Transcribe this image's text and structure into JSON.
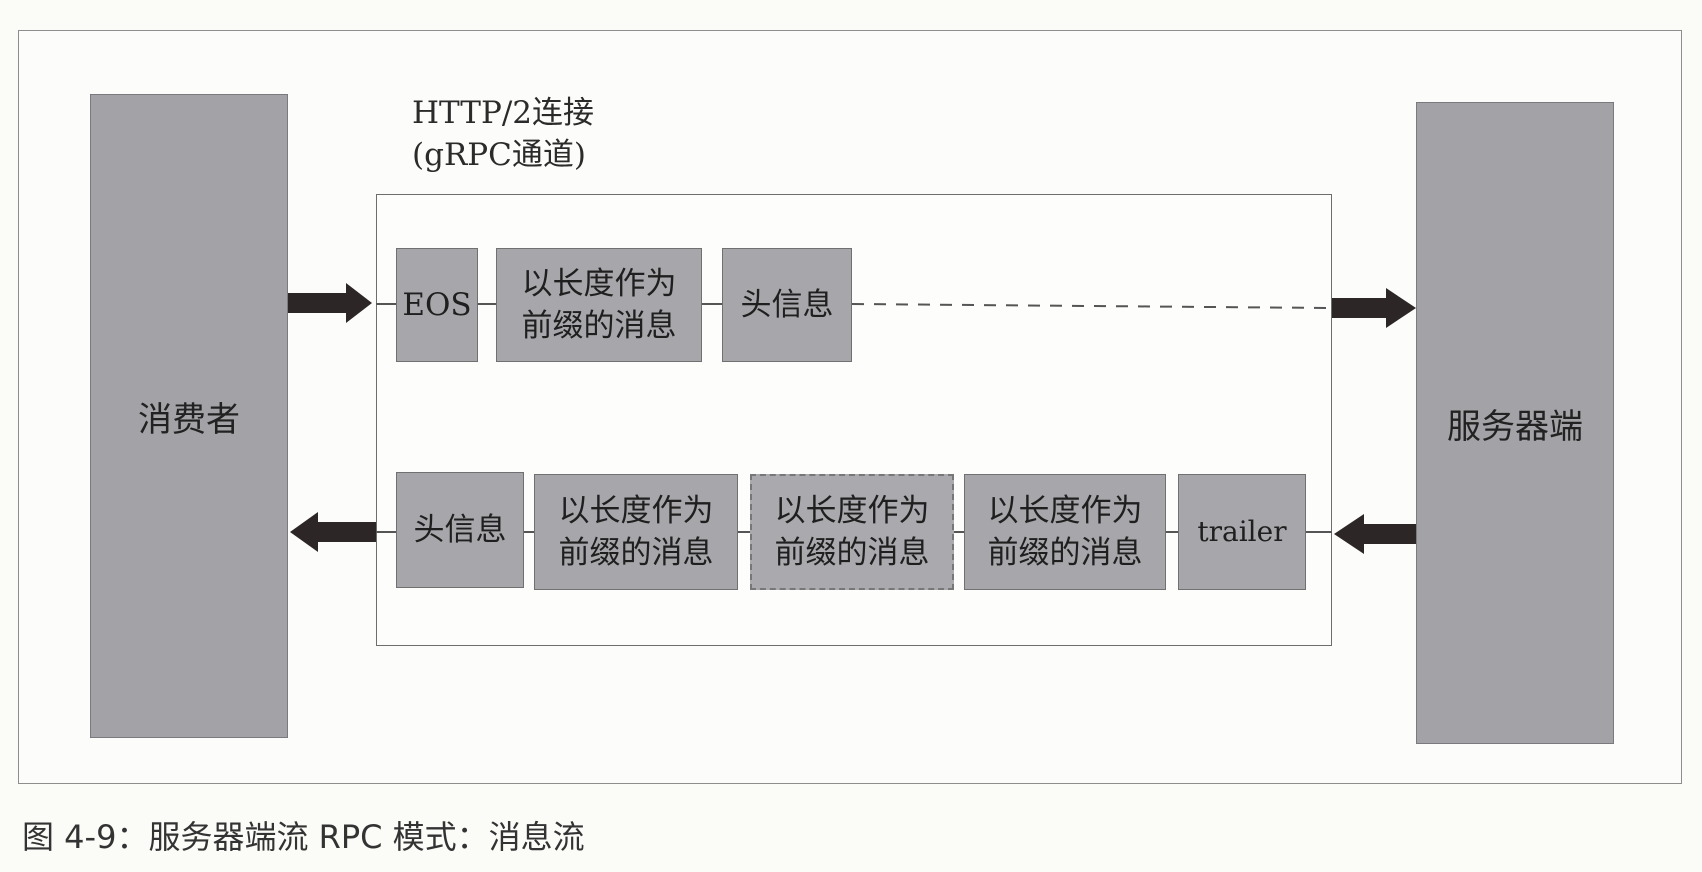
{
  "consumer": {
    "label": "消费者"
  },
  "server": {
    "label": "服务器端"
  },
  "channel": {
    "label_line1": "HTTP/2连接",
    "label_line2": "(gRPC通道)"
  },
  "request_messages": [
    {
      "label": "EOS"
    },
    {
      "label": "以长度作为\n前缀的消息"
    },
    {
      "label": "头信息"
    }
  ],
  "response_messages": [
    {
      "label": "头信息"
    },
    {
      "label": "以长度作为\n前缀的消息"
    },
    {
      "label": "以长度作为\n前缀的消息",
      "style": "dashed"
    },
    {
      "label": "以长度作为\n前缀的消息"
    },
    {
      "label": "trailer"
    }
  ],
  "caption": "图 4-9：服务器端流 RPC 模式：消息流",
  "colors": {
    "box_fill": "#a7a6aa",
    "arrow": "#2c2626",
    "border": "#707070"
  }
}
